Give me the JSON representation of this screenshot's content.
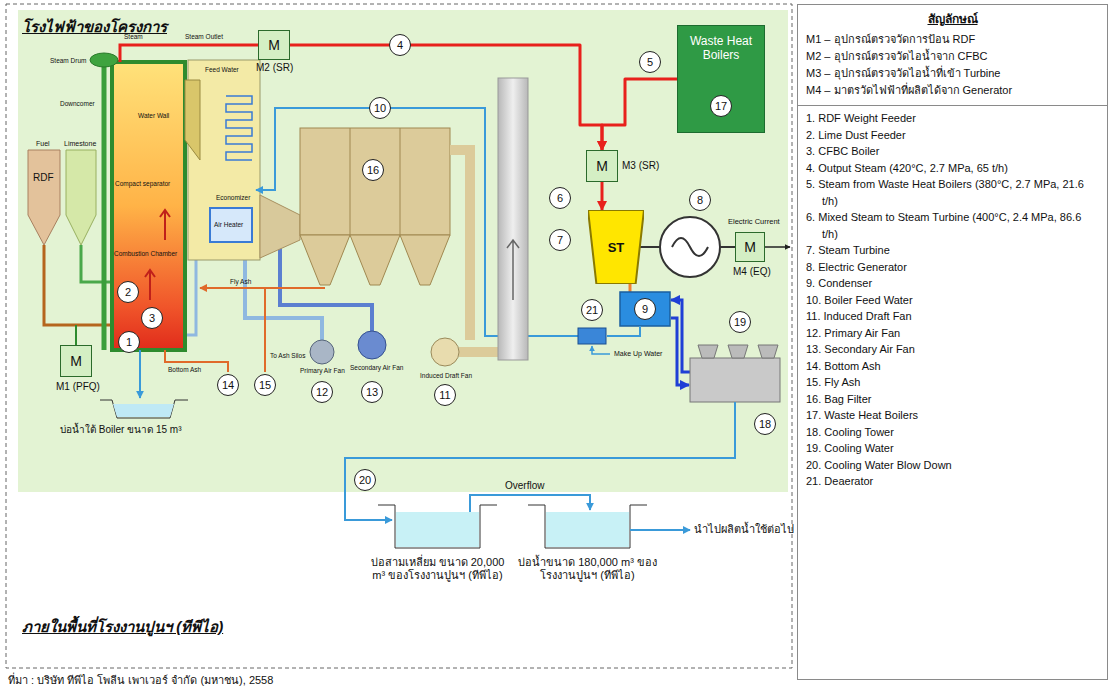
{
  "diagram": {
    "caption": "ที่มา : บริษัท ทีพีไอ โพลีน เพาเวอร์ จำกัด (มหาชน), 2558",
    "nodes": [
      {
        "text": [
          "M"
        ]
      },
      {
        "text": [
          "4"
        ]
      },
      {
        "text": [
          "5"
        ]
      },
      {
        "text": [
          "Waste Heat Boilers"
        ]
      },
      {
        "text": [
          "17"
        ],
        "in": 3
      },
      {
        "text": [
          "10"
        ]
      },
      {
        "text": [
          "16"
        ]
      },
      {
        "text": [
          "6"
        ]
      },
      {
        "text": [
          "M"
        ]
      },
      {
        "text": [
          "7"
        ]
      },
      {
        "text": [
          "ST"
        ]
      },
      {
        "text": [
          "8"
        ]
      },
      {
        "text": [
          "M"
        ]
      },
      {
        "text": [
          "2"
        ]
      },
      {
        "text": [
          "3"
        ]
      },
      {
        "text": [
          "1"
        ]
      },
      {
        "text": [
          "M"
        ]
      },
      {
        "text": [
          "9"
        ]
      },
      {
        "text": [
          "21"
        ]
      },
      {
        "text": [
          "19"
        ]
      },
      {
        "text": [
          "14"
        ]
      },
      {
        "text": [
          "15"
        ]
      },
      {
        "text": [
          "12"
        ]
      },
      {
        "text": [
          "13"
        ]
      },
      {
        "text": [
          "11"
        ]
      },
      {
        "text": [
          "18"
        ]
      },
      {
        "text": [
          "20"
        ]
      },
      {
        "text": [
          "สัญลักษณ์",
          "M1 – อุปกรณ์ตรวจวัดการป้อน RDF",
          "M2 – อุปกรณ์ตรวจวัดไอน้ำจาก CFBC",
          "M3 – อุปกรณ์ตรวจวัดไอน้ำที่เข้า Turbine",
          "M4 – มาตรวัดไฟฟ้าที่ผลิตได้จาก Generator",
          "1. RDF Weight Feeder",
          "2. Lime Dust Feeder",
          "3. CFBC Boiler",
          "4. Output Steam (420°C, 2.7 MPa, 65 t/h)",
          "5. Steam from Waste Heat Boilers (380°C, 2.7 MPa, 21.6 t/h)",
          "6. Mixed Steam to Steam Turbine (400°C, 2.4 MPa, 86.6 t/h)",
          "7. Steam Turbine",
          "8. Electric Generator",
          "9. Condenser",
          "10. Boiler Feed Water",
          "11. Induced Draft Fan",
          "12. Primary Air Fan",
          "13. Secondary Air Fan",
          "14. Bottom Ash",
          "15. Fly Ash",
          "16. Bag Filter",
          "17. Waste Heat Boilers",
          "18. Cooling Tower",
          "19. Cooling Water",
          "20. Cooling Water Blow Down",
          "21. Deaerator"
        ]
      }
    ],
    "edges": [
      {
        "from": 0,
        "to": 8,
        "arrow": "to"
      },
      {
        "from": 3,
        "to": 8,
        "arrow": "to"
      },
      {
        "from": 8,
        "to": 10,
        "arrow": "to"
      }
    ],
    "labels": [
      "โรงไฟฟ้าของโครงการ",
      "Fuel",
      "RDF",
      "Limestone",
      "Steam Drum",
      "Steam",
      "Steam Outlet",
      "Feed Water",
      "Downcomer",
      "Water Wall",
      "Compact separator",
      "Combustion Chamber",
      "Economizer",
      "Air Heater",
      "Fly Ash",
      "Bottom Ash",
      "To Ash Silos",
      "Primary Air Fan",
      "Secondary Air Fan",
      "Induced Draft Fan",
      "M2 (SR)",
      "M3 (SR)",
      "Electric Current",
      "M4 (EQ)",
      "M1 (PFQ)",
      "Make Up Water",
      "บ่อน้ำใต้ Boiler ขนาด 15 m³",
      "Overflow",
      "บ่อสามเหลี่ยม ขนาด 20,000 m³ ของโรงงานปูนฯ (ทีพีไอ)",
      "บ่อน้ำขนาด 180,000 m³ ของโรงงานปูนฯ (ทีพีไอ)",
      "นำไปผลิตน้ำใช้ต่อไป",
      "ภายในพื้นที่โรงงานปูนฯ (ทีพีไอ)"
    ]
  }
}
